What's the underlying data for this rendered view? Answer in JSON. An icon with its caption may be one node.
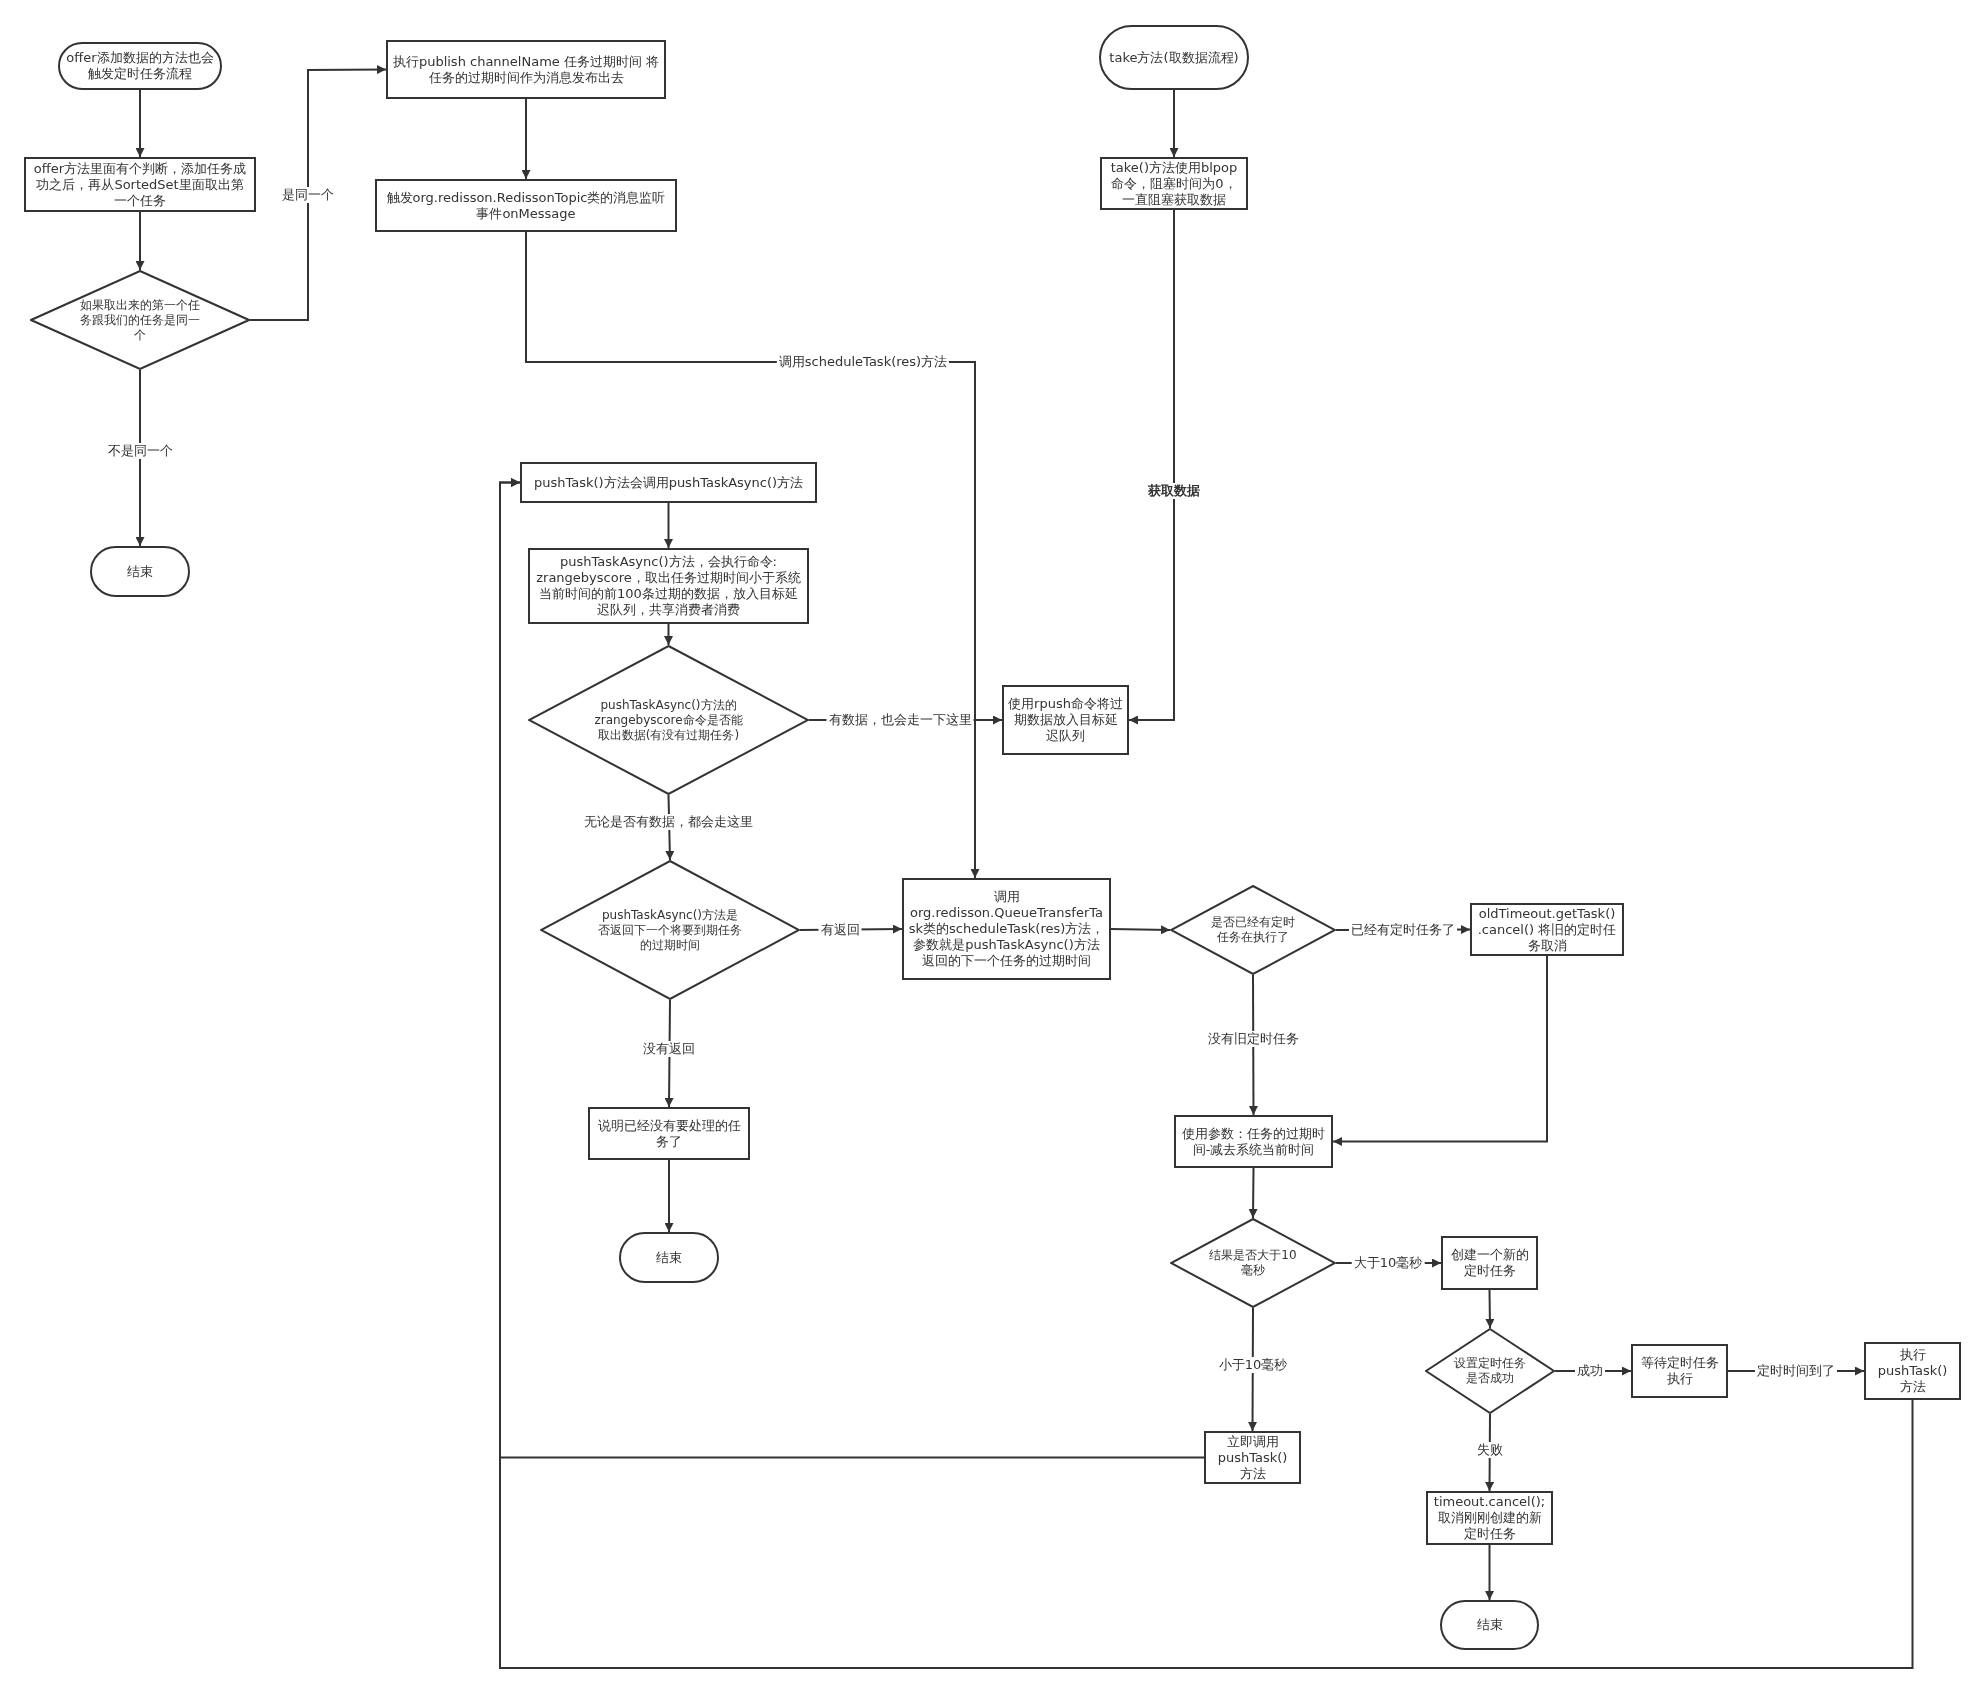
{
  "diagram": {
    "nodes": [
      {
        "text": [
          "offer添加数据的方法也会触发定时任务流程"
        ]
      },
      {
        "text": [
          "offer方法里面有个判断，添加任务成功之后，再从SortedSet里面取出第一个任务"
        ]
      },
      {
        "text": [
          "如果取出来的第一个任务跟我们的任务是同一个"
        ]
      },
      {
        "text": [
          "结束"
        ]
      },
      {
        "text": [
          "执行publish channelName 任务过期时间 将任务的过期时间作为消息发布出去"
        ]
      },
      {
        "text": [
          "触发org.redisson.RedissonTopic类的消息监听事件onMessage"
        ]
      },
      {
        "text": [
          "take方法(取数据流程)"
        ]
      },
      {
        "text": [
          "take()方法使用blpop命令，阻塞时间为0，一直阻塞获取数据"
        ]
      },
      {
        "text": [
          "pushTask()方法会调用pushTaskAsync()方法"
        ]
      },
      {
        "text": [
          "pushTaskAsync()方法，会执行命令: zrangebyscore，取出任务过期时间小于系统当前时间的前100条过期的数据，放入目标延迟队列，共享消费者消费"
        ]
      },
      {
        "text": [
          "pushTaskAsync()方法的zrangebyscore命令是否能取出数据(有没有过期任务)"
        ]
      },
      {
        "text": [
          "使用rpush命令将过期数据放入目标延迟队列"
        ]
      },
      {
        "text": [
          "pushTaskAsync()方法是否返回下一个将要到期任务的过期时间"
        ]
      },
      {
        "text": [
          "调用org.redisson.QueueTransferTask类的scheduleTask(res)方法，参数就是pushTaskAsync()方法返回的下一个任务的过期时间"
        ]
      },
      {
        "text": [
          "说明已经没有要处理的任务了"
        ]
      },
      {
        "text": [
          "结束"
        ]
      },
      {
        "text": [
          "是否已经有定时任务在执行了"
        ]
      },
      {
        "text": [
          "oldTimeout.getTask() .cancel() 将旧的定时任务取消"
        ]
      },
      {
        "text": [
          "使用参数：任务的过期时间-减去系统当前时间"
        ]
      },
      {
        "text": [
          "结果是否大于10毫秒"
        ]
      },
      {
        "text": [
          "创建一个新的定时任务"
        ]
      },
      {
        "text": [
          "设置定时任务是否成功"
        ]
      },
      {
        "text": [
          "等待定时任务执行"
        ]
      },
      {
        "text": [
          "执行 pushTask() 方法"
        ]
      },
      {
        "text": [
          "立即调用 pushTask() 方法"
        ]
      },
      {
        "text": [
          "timeout.cancel(); 取消刚刚创建的新定时任务"
        ]
      },
      {
        "text": [
          "结束"
        ]
      }
    ],
    "edges": [
      {
        "from": 0,
        "to": 1,
        "arrow": "to"
      },
      {
        "from": 1,
        "to": 2,
        "arrow": "to"
      },
      {
        "from": 2,
        "to": 4,
        "arrow": "to",
        "label": "是同一个"
      },
      {
        "from": 2,
        "to": 3,
        "arrow": "to",
        "label": "不是同一个"
      },
      {
        "from": 4,
        "to": 5,
        "arrow": "to"
      },
      {
        "from": 5,
        "to": 13,
        "arrow": "to",
        "label": "调用scheduleTask(res)方法"
      },
      {
        "from": 6,
        "to": 7,
        "arrow": "to"
      },
      {
        "from": 7,
        "to": 11,
        "arrow": "to",
        "label": "获取数据"
      },
      {
        "from": 8,
        "to": 9,
        "arrow": "to"
      },
      {
        "from": 9,
        "to": 10,
        "arrow": "to"
      },
      {
        "from": 10,
        "to": 11,
        "arrow": "to",
        "label": "有数据，也会走一下这里"
      },
      {
        "from": 10,
        "to": 12,
        "arrow": "to",
        "label": "无论是否有数据，都会走这里"
      },
      {
        "from": 12,
        "to": 13,
        "arrow": "to",
        "label": "有返回"
      },
      {
        "from": 12,
        "to": 14,
        "arrow": "to",
        "label": "没有返回"
      },
      {
        "from": 14,
        "to": 15,
        "arrow": "to"
      },
      {
        "from": 13,
        "to": 16,
        "arrow": "to"
      },
      {
        "from": 16,
        "to": 17,
        "arrow": "to",
        "label": "已经有定时任务了"
      },
      {
        "from": 16,
        "to": 18,
        "arrow": "to",
        "label": "没有旧定时任务"
      },
      {
        "from": 17,
        "to": 18,
        "arrow": "to"
      },
      {
        "from": 18,
        "to": 19,
        "arrow": "to"
      },
      {
        "from": 19,
        "to": 20,
        "arrow": "to",
        "label": "大于10毫秒"
      },
      {
        "from": 19,
        "to": 24,
        "arrow": "to",
        "label": "小于10毫秒"
      },
      {
        "from": 20,
        "to": 21,
        "arrow": "to"
      },
      {
        "from": 21,
        "to": 22,
        "arrow": "to",
        "label": "成功"
      },
      {
        "from": 22,
        "to": 23,
        "arrow": "to",
        "label": "定时时间到了"
      },
      {
        "from": 21,
        "to": 25,
        "arrow": "to",
        "label": "失败"
      },
      {
        "from": 25,
        "to": 26,
        "arrow": "to"
      },
      {
        "from": 24,
        "to": 8,
        "arrow": "to"
      },
      {
        "from": 23,
        "to": 8,
        "arrow": "to"
      }
    ]
  }
}
